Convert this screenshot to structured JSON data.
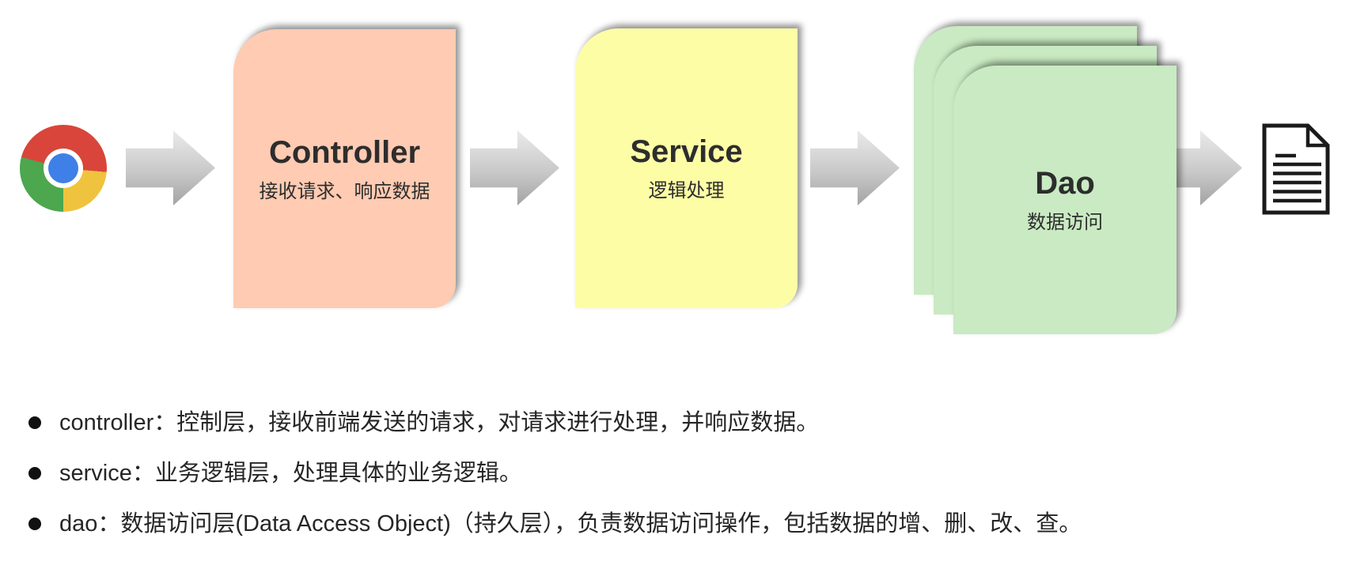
{
  "diagram": {
    "source_icon": "chrome-browser",
    "sink_icon": "document",
    "nodes": [
      {
        "title": "Controller",
        "subtitle": "接收请求、响应数据",
        "color": "#FFCBB2"
      },
      {
        "title": "Service",
        "subtitle": "逻辑处理",
        "color": "#FDFDA6"
      },
      {
        "title": "Dao",
        "subtitle": "数据访问",
        "color": "#C9EAC2",
        "stack_count": 3
      }
    ],
    "arrow_colors": {
      "top": "#EAEAEA",
      "bottom": "#A3A3A3"
    }
  },
  "notes": [
    {
      "text": "controller：控制层，接收前端发送的请求，对请求进行处理，并响应数据。"
    },
    {
      "text": "service：业务逻辑层，处理具体的业务逻辑。"
    },
    {
      "text": "dao：数据访问层(Data Access Object)（持久层），负责数据访问操作，包括数据的增、删、改、查。"
    }
  ],
  "colors": {
    "chrome_red": "#D9453A",
    "chrome_yellow": "#EFC33D",
    "chrome_green": "#4CA74E",
    "chrome_blue": "#3F7FE8",
    "text": "#262626",
    "background": "#FFFFFF"
  }
}
